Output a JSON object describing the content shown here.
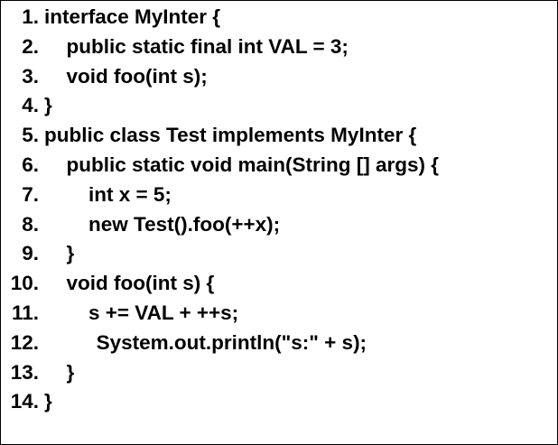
{
  "lines": [
    {
      "num": "1.",
      "code": "interface MyInter {",
      "indent": 0
    },
    {
      "num": "2.",
      "code": "public static final int VAL = 3;",
      "indent": 1
    },
    {
      "num": "3.",
      "code": "void foo(int s);",
      "indent": 1
    },
    {
      "num": "4.",
      "code": "}",
      "indent": 0
    },
    {
      "num": "5.",
      "code": "public class Test implements MyInter {",
      "indent": 0
    },
    {
      "num": "6.",
      "code": "public static void main(String [] args) {",
      "indent": 1
    },
    {
      "num": "7.",
      "code": "int x = 5;",
      "indent": 2
    },
    {
      "num": "8.",
      "code": "new Test().foo(++x);",
      "indent": 2
    },
    {
      "num": "9.",
      "code": "}",
      "indent": 1
    },
    {
      "num": "10.",
      "code": "void foo(int s) {",
      "indent": 1
    },
    {
      "num": "11.",
      "code": "s += VAL + ++s;",
      "indent": 2
    },
    {
      "num": "12.",
      "code": "System.out.println(\"s:\" + s);",
      "indent": 2.35
    },
    {
      "num": "13.",
      "code": "}",
      "indent": 1
    },
    {
      "num": "14.",
      "code": "}",
      "indent": 0
    }
  ]
}
